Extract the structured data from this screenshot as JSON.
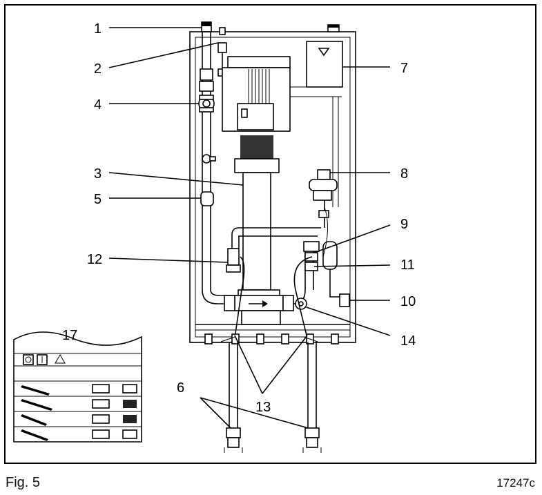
{
  "callouts": [
    "1",
    "2",
    "3",
    "4",
    "5",
    "6",
    "7",
    "8",
    "9",
    "10",
    "11",
    "12",
    "13",
    "14",
    "17"
  ],
  "caption": "Fig. 5",
  "code": "17247c"
}
